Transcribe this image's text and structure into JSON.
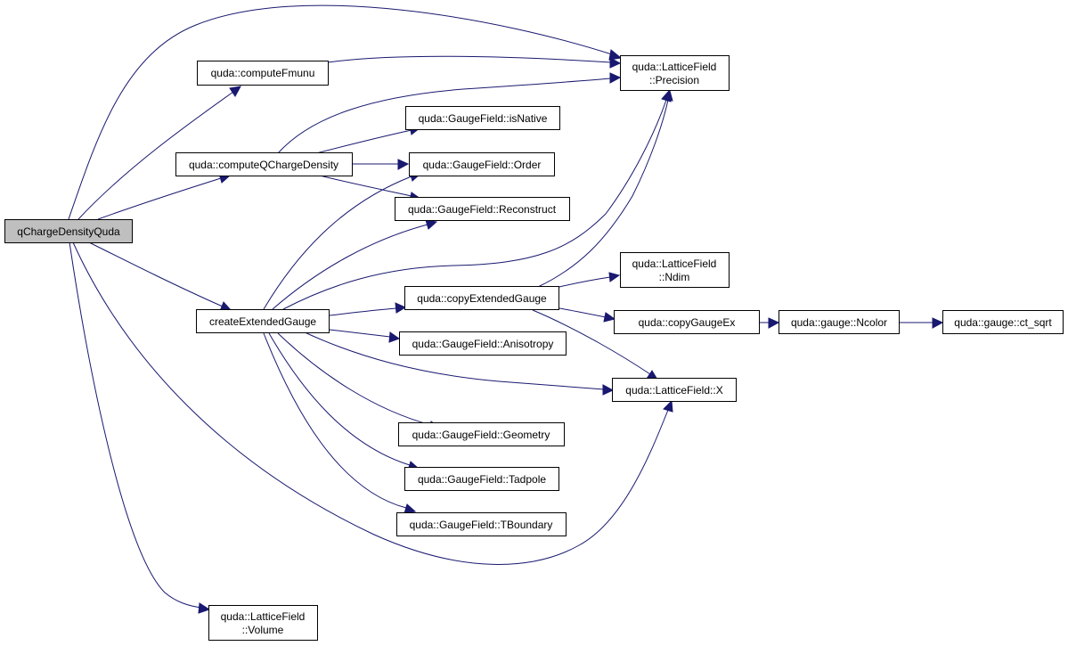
{
  "graph": {
    "line_color": "#191970",
    "root_fill": "#bfbfbf",
    "node_fill": "#ffffff",
    "nodes": {
      "qcharge": {
        "lines": [
          "qChargeDensityQuda"
        ],
        "root": true
      },
      "fmunu": {
        "lines": [
          "quda::computeFmunu"
        ]
      },
      "qchargedens": {
        "lines": [
          "quda::computeQChargeDensity"
        ]
      },
      "createext": {
        "lines": [
          "createExtendedGauge"
        ]
      },
      "precision": {
        "lines": [
          "quda::LatticeField",
          "::Precision"
        ]
      },
      "isnative": {
        "lines": [
          "quda::GaugeField::isNative"
        ]
      },
      "order": {
        "lines": [
          "quda::GaugeField::Order"
        ]
      },
      "reconstruct": {
        "lines": [
          "quda::GaugeField::Reconstruct"
        ]
      },
      "copyext": {
        "lines": [
          "quda::copyExtendedGauge"
        ]
      },
      "anisotropy": {
        "lines": [
          "quda::GaugeField::Anisotropy"
        ]
      },
      "geometry": {
        "lines": [
          "quda::GaugeField::Geometry"
        ]
      },
      "tadpole": {
        "lines": [
          "quda::GaugeField::Tadpole"
        ]
      },
      "tboundary": {
        "lines": [
          "quda::GaugeField::TBoundary"
        ]
      },
      "ndim": {
        "lines": [
          "quda::LatticeField",
          "::Ndim"
        ]
      },
      "copygaugeex": {
        "lines": [
          "quda::copyGaugeEx"
        ]
      },
      "latticex": {
        "lines": [
          "quda::LatticeField::X"
        ]
      },
      "ncolor": {
        "lines": [
          "quda::gauge::Ncolor"
        ]
      },
      "ctsqrt": {
        "lines": [
          "quda::gauge::ct_sqrt"
        ]
      },
      "volume": {
        "lines": [
          "quda::LatticeField",
          "::Volume"
        ]
      }
    },
    "edges": [
      [
        "qcharge",
        "precision"
      ],
      [
        "qcharge",
        "fmunu"
      ],
      [
        "qcharge",
        "qchargedens"
      ],
      [
        "qcharge",
        "createext"
      ],
      [
        "qcharge",
        "latticex"
      ],
      [
        "qcharge",
        "volume"
      ],
      [
        "fmunu",
        "precision"
      ],
      [
        "qchargedens",
        "precision"
      ],
      [
        "qchargedens",
        "isnative"
      ],
      [
        "qchargedens",
        "order"
      ],
      [
        "qchargedens",
        "reconstruct"
      ],
      [
        "createext",
        "order"
      ],
      [
        "createext",
        "reconstruct"
      ],
      [
        "createext",
        "precision"
      ],
      [
        "createext",
        "copyext"
      ],
      [
        "createext",
        "anisotropy"
      ],
      [
        "createext",
        "latticex"
      ],
      [
        "createext",
        "geometry"
      ],
      [
        "createext",
        "tadpole"
      ],
      [
        "createext",
        "tboundary"
      ],
      [
        "copyext",
        "precision"
      ],
      [
        "copyext",
        "ndim"
      ],
      [
        "copyext",
        "copygaugeex"
      ],
      [
        "copyext",
        "latticex"
      ],
      [
        "copygaugeex",
        "ncolor"
      ],
      [
        "ncolor",
        "ctsqrt"
      ]
    ]
  }
}
